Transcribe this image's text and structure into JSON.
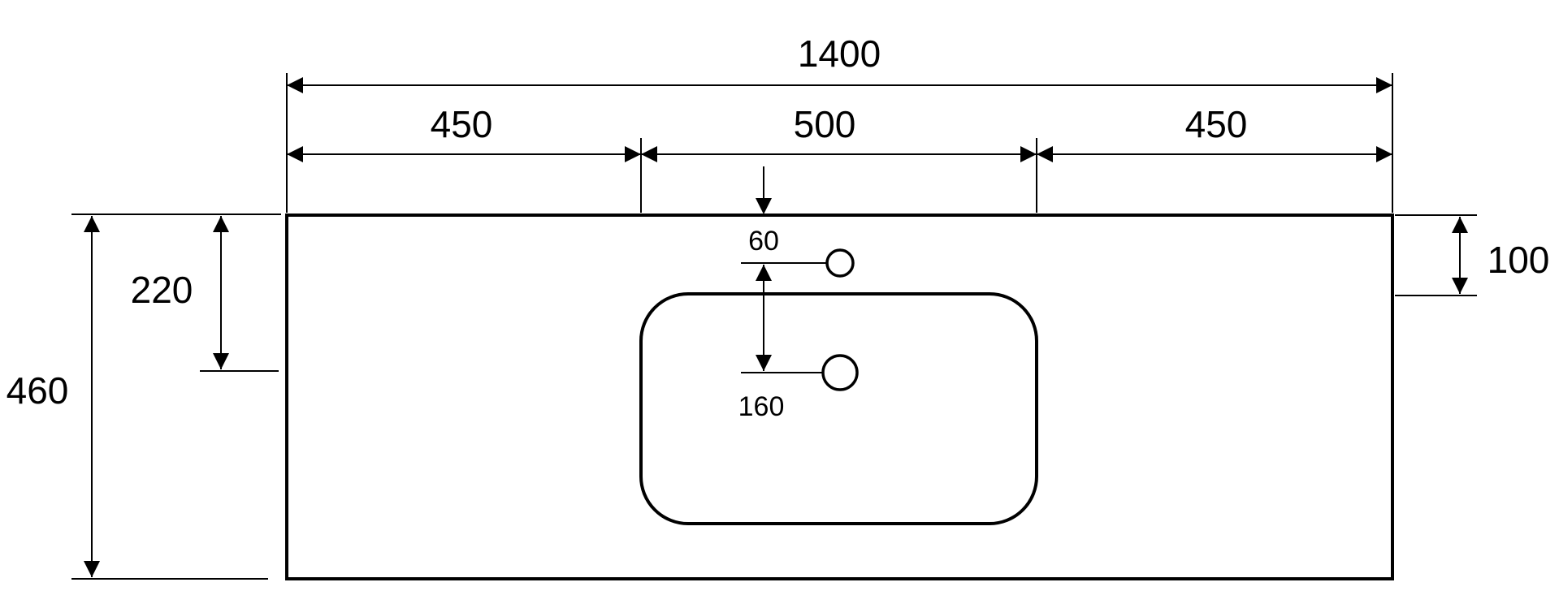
{
  "dimensions": {
    "total_width": "1400",
    "left_width": "450",
    "basin_width": "500",
    "right_width": "450",
    "total_depth": "460",
    "basin_center_depth": "220",
    "tap_hole_depth": "100",
    "tap_hole_offset": "60",
    "hole_spacing": "160"
  }
}
